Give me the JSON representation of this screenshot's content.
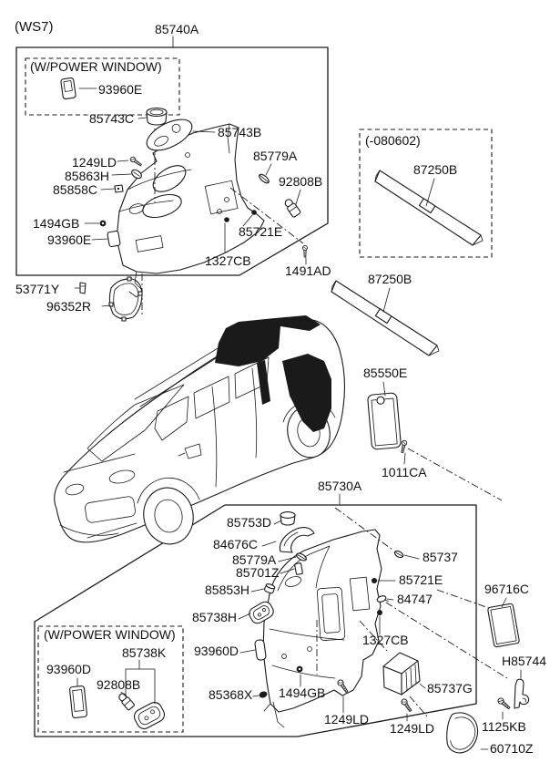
{
  "diagram": {
    "type": "vehicle-parts-exploded-diagram",
    "subject": "luggage side trim panels (minivan rear quarter)",
    "ink_color": "#1a1a1a",
    "background": "#ffffff"
  },
  "labels": {
    "ws7": "(WS7)",
    "top_box": "85740A",
    "pw_top": "(W/POWER WINDOW)",
    "p93960e_a": "93960E",
    "p85743c": "85743C",
    "p85743b": "85743B",
    "p1249ld_a": "1249LD",
    "p85863h": "85863H",
    "p85858c": "85858C",
    "p1494gb_a": "1494GB",
    "p93960e_b": "93960E",
    "p85779a_a": "85779A",
    "p92808b_a": "92808B",
    "p85721e_a": "85721E",
    "p1327cb_a": "1327CB",
    "p1491ad": "1491AD",
    "date_box": "(-080602)",
    "p87250b_a": "87250B",
    "p87250b_b": "87250B",
    "p53771y": "53771Y",
    "p96352r": "96352R",
    "p85550e": "85550E",
    "p1011ca": "1011CA",
    "bottom_box": "85730A",
    "p85753d": "85753D",
    "p84676c": "84676C",
    "p85779a_b": "85779A",
    "p85701z": "85701Z",
    "p85853h": "85853H",
    "p85737": "85737",
    "p85721e_b": "85721E",
    "p84747": "84747",
    "p85738h": "85738H",
    "p1327cb_b": "1327CB",
    "p96716c": "96716C",
    "pw_bottom": "(W/POWER WINDOW)",
    "p85738k": "85738K",
    "p93960d_a": "93960D",
    "p92808b_b": "92808B",
    "p93960d_b": "93960D",
    "p85368x": "85368X",
    "p1494gb_b": "1494GB",
    "p1249ld_b": "1249LD",
    "p1249ld_c": "1249LD",
    "p85737g": "85737G",
    "ph85744": "H85744",
    "p1125kb": "1125KB",
    "p60710z": "60710Z"
  }
}
